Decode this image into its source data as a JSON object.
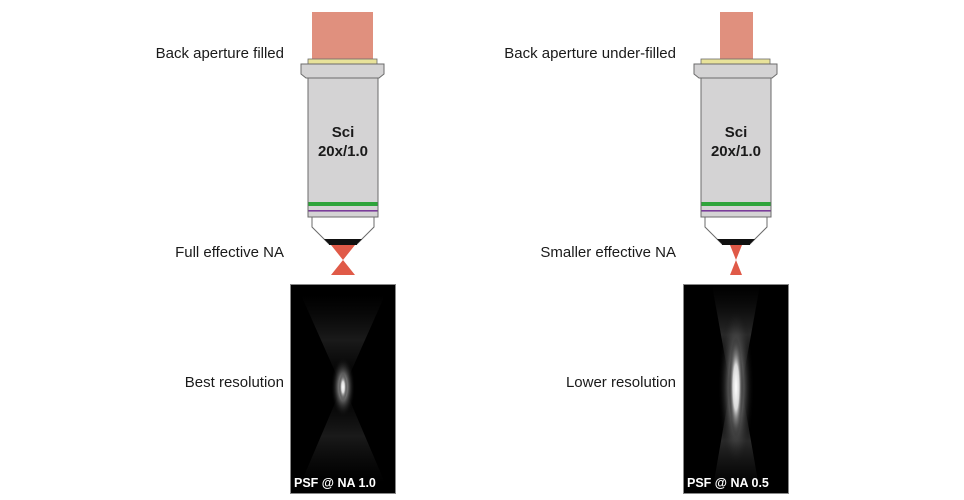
{
  "panels": [
    {
      "aperture_label": "Back aperture filled",
      "na_label": "Full effective NA",
      "resolution_label": "Best resolution",
      "objective": {
        "brand": "Sci",
        "spec": "20x/1.0",
        "beam_fill": "full"
      },
      "psf_caption": "PSF @ NA 1.0"
    },
    {
      "aperture_label": "Back aperture under-filled",
      "na_label": "Smaller effective NA",
      "resolution_label": "Lower resolution",
      "objective": {
        "brand": "Sci",
        "spec": "20x/1.0",
        "beam_fill": "partial"
      },
      "psf_caption": "PSF @ NA 0.5"
    }
  ],
  "colors": {
    "beam": "#e0907e",
    "body": "#d4d3d4",
    "outline": "#6b6b6b",
    "collar": "#e8e29a",
    "green_band": "#2ea43a",
    "purple_band": "#7a3d9a",
    "focus": "#e05a48"
  }
}
